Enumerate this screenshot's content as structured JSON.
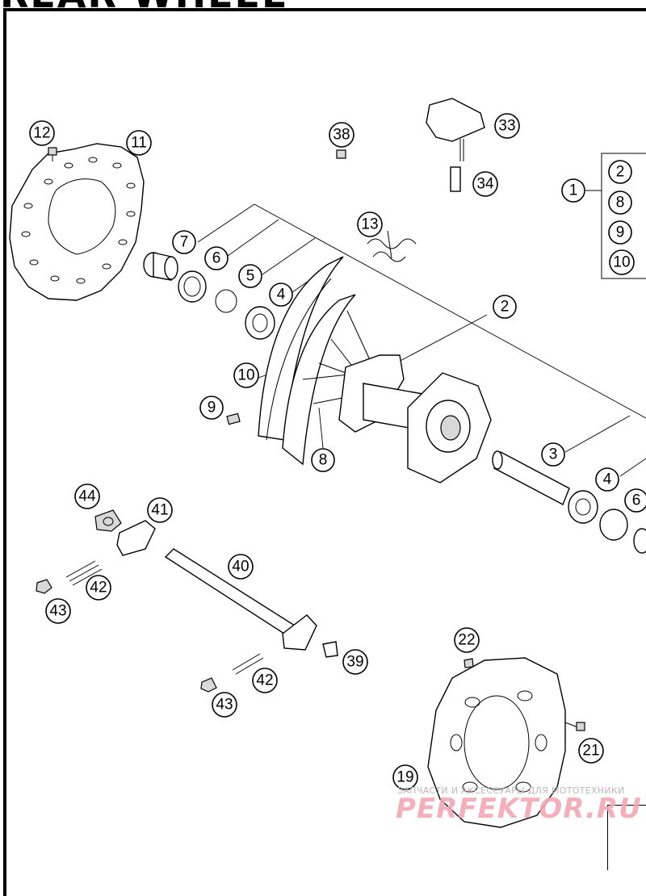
{
  "title": "REAR WHEEL",
  "watermark": {
    "caption": "ЗАПЧАСТИ И АКСЕССУАРЫ ДЛЯ МОТОТЕХНИКИ",
    "brand": "PERFEKTOR.RU"
  },
  "callouts": {
    "c1": "1",
    "c2a": "2",
    "c2": "2",
    "c8": "8",
    "c9": "9",
    "c10": "10",
    "c3": "3",
    "c4a": "4",
    "c4b": "4",
    "c5": "5",
    "c6a": "6",
    "c6b": "6",
    "c7": "7",
    "c8b": "8",
    "c9b": "9",
    "c10b": "10",
    "c11": "11",
    "c12": "12",
    "c13": "13",
    "c19": "19",
    "c21": "21",
    "c22": "22",
    "c33": "33",
    "c34": "34",
    "c38": "38",
    "c39": "39",
    "c40": "40",
    "c41": "41",
    "c42a": "42",
    "c42b": "42",
    "c43a": "43",
    "c43b": "43",
    "c44": "44"
  }
}
